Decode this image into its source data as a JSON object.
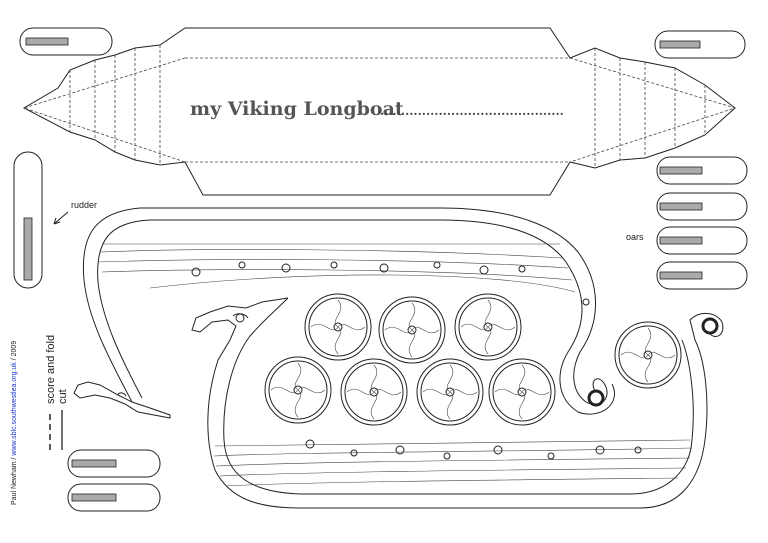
{
  "sheet": {
    "title": "my Viking Longboat",
    "title_dots": "............................................",
    "rudder_label": "rudder",
    "oars_label": "oars",
    "legend": {
      "score_label": "score and fold",
      "cut_label": "cut"
    },
    "credit": {
      "author": "Paul Newham / ",
      "url": "www.sblc.southwestlea.org.uk",
      "year": " / 2009"
    },
    "colors": {
      "ink": "#222222",
      "oar_blade": "#aaaaaa",
      "title": "#555555",
      "link": "#1a35c8"
    }
  }
}
